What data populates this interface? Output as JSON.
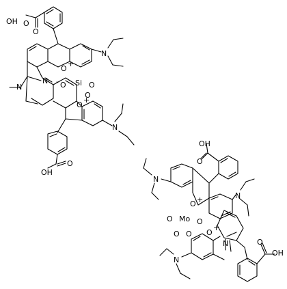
{
  "figure": {
    "labels": {
      "cooh_1": "OH",
      "o_1": "O",
      "o_2": "O",
      "n_1a": "N",
      "o_ring_1": "O",
      "o_ring_1_charge": "+",
      "n_ring_1": "N",
      "n_ring_2": "N",
      "si_o1": "O",
      "si": "Si",
      "si_o2": "O",
      "si_o3": "O",
      "o_ring_2": "O",
      "o_ring_2_charge": "+",
      "n_1b": "N",
      "cooh_2o": "O",
      "cooh_2": "OH",
      "cooh_3": "OH",
      "cooh_3o": "O",
      "n_3a": "N",
      "n_3b": "N",
      "o_ring_3": "O",
      "o_ring_3_charge": "+",
      "mo": "Mo",
      "mo_o1": "O",
      "mo_o2": "O",
      "mo_o3": "O",
      "mo_o4": "O",
      "o_ring_4": "O",
      "o_ring_4_charge": "+",
      "n_4a": "N",
      "n_4b": "N",
      "cooh_4o": "O",
      "cooh_4": "OH",
      "minus": "-"
    }
  }
}
